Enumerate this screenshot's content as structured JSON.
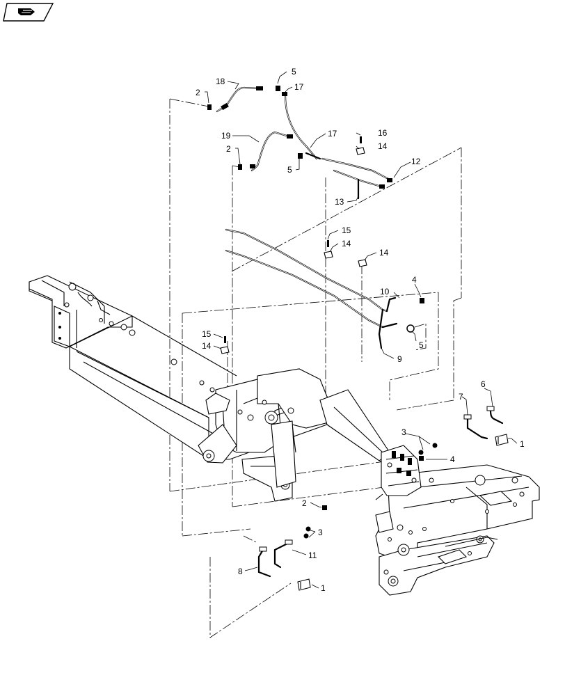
{
  "toolbar": {
    "nav_icon": "hand-pointing-right-icon"
  },
  "colors": {
    "line": "#000000",
    "background": "#ffffff"
  },
  "callouts": [
    {
      "id": "c18",
      "text": "18"
    },
    {
      "id": "c5a",
      "text": "5"
    },
    {
      "id": "c2a",
      "text": "2"
    },
    {
      "id": "c17a",
      "text": "17"
    },
    {
      "id": "c19",
      "text": "19"
    },
    {
      "id": "c17b",
      "text": "17"
    },
    {
      "id": "c16",
      "text": "16"
    },
    {
      "id": "c14a",
      "text": "14"
    },
    {
      "id": "c2b",
      "text": "2"
    },
    {
      "id": "c5b",
      "text": "5"
    },
    {
      "id": "c12",
      "text": "12"
    },
    {
      "id": "c13",
      "text": "13"
    },
    {
      "id": "c15a",
      "text": "15"
    },
    {
      "id": "c14b",
      "text": "14"
    },
    {
      "id": "c14c",
      "text": "14"
    },
    {
      "id": "c4a",
      "text": "4"
    },
    {
      "id": "c10",
      "text": "10"
    },
    {
      "id": "c5c",
      "text": "5"
    },
    {
      "id": "c9",
      "text": "9"
    },
    {
      "id": "c15b",
      "text": "15"
    },
    {
      "id": "c14d",
      "text": "14"
    },
    {
      "id": "c6",
      "text": "6"
    },
    {
      "id": "c7",
      "text": "7"
    },
    {
      "id": "c3a",
      "text": "3"
    },
    {
      "id": "c1a",
      "text": "1"
    },
    {
      "id": "c4b",
      "text": "4"
    },
    {
      "id": "c2c",
      "text": "2"
    },
    {
      "id": "c3b",
      "text": "3"
    },
    {
      "id": "c11",
      "text": "11"
    },
    {
      "id": "c8",
      "text": "8"
    },
    {
      "id": "c1b",
      "text": "1"
    }
  ]
}
